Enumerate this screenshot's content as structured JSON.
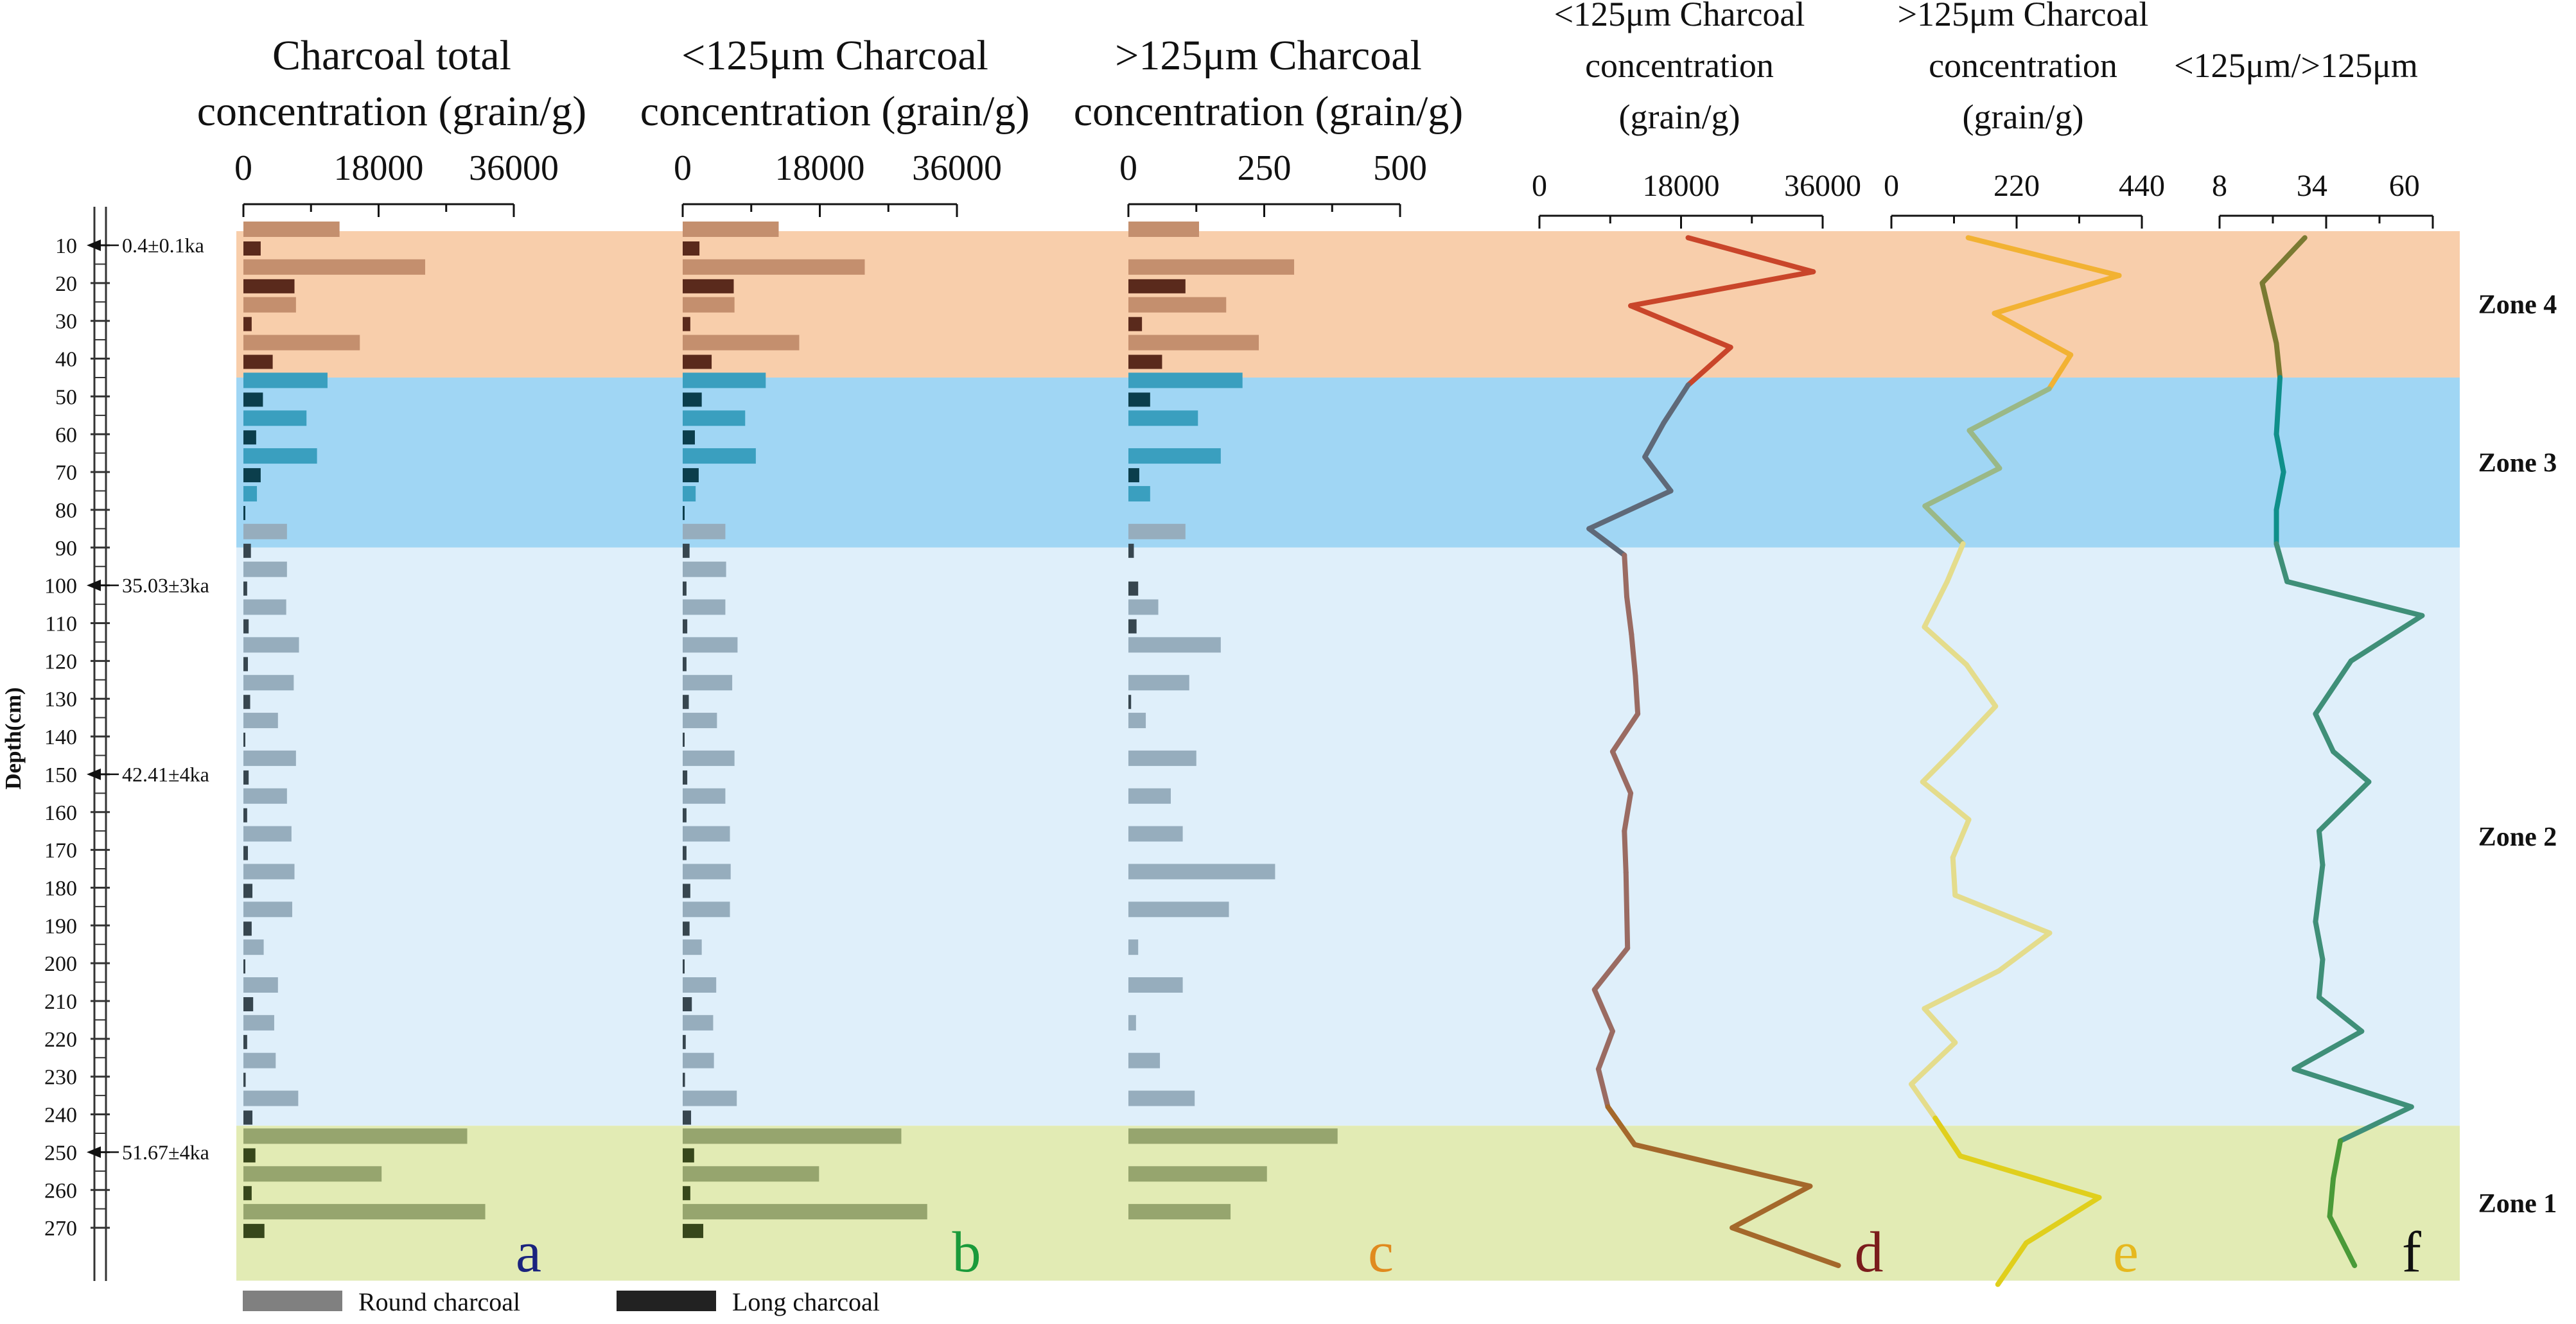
{
  "figure": {
    "depth_axis_label": "Depth(cm)",
    "legend": {
      "round_label": "Round charcoal",
      "long_label": "Long charcoal"
    }
  },
  "zones": [
    {
      "name": "Zone 4",
      "top": 5,
      "bottom": 45,
      "color": "#f8ceab"
    },
    {
      "name": "Zone 3",
      "top": 45,
      "bottom": 90,
      "color": "#a0d6f4"
    },
    {
      "name": "Zone 2",
      "top": 90,
      "bottom": 243,
      "color": "#dfeffa"
    },
    {
      "name": "Zone 1",
      "top": 243,
      "bottom": 284,
      "color": "#e2ebb4"
    }
  ],
  "ages": [
    {
      "label": "0.4±0.1ka",
      "depth": 10
    },
    {
      "label": "35.03±3ka",
      "depth": 100
    },
    {
      "label": "42.41±4ka",
      "depth": 150
    },
    {
      "label": "51.67±4ka",
      "depth": 250
    }
  ],
  "chart_data": [
    {
      "panel": "a",
      "type": "bar",
      "title_lines": [
        "Charcoal total",
        "concentration (grain/g)"
      ],
      "xlim": [
        0,
        36000
      ],
      "ticks": [
        "0",
        "18000",
        "36000"
      ],
      "depth_ticks": [
        "10",
        "20",
        "30",
        "40",
        "50",
        "60",
        "70",
        "80",
        "90",
        "100",
        "110",
        "120",
        "130",
        "140",
        "150",
        "160",
        "170",
        "180",
        "190",
        "200",
        "210",
        "220",
        "230",
        "240",
        "250",
        "260",
        "270"
      ],
      "depth": [
        10,
        20,
        30,
        40,
        50,
        60,
        70,
        80,
        90,
        100,
        110,
        120,
        130,
        140,
        150,
        160,
        170,
        180,
        190,
        200,
        210,
        220,
        230,
        240,
        250,
        260,
        270
      ],
      "series": [
        {
          "name": "Round charcoal",
          "values": [
            12800,
            24200,
            7000,
            15500,
            11200,
            8400,
            9800,
            1800,
            5800,
            5800,
            5700,
            7400,
            6700,
            4600,
            7000,
            5800,
            6400,
            6800,
            6500,
            2700,
            4600,
            4100,
            4300,
            7300,
            29800,
            18400,
            32200
          ]
        },
        {
          "name": "Long charcoal",
          "values": [
            2300,
            6800,
            1100,
            3900,
            2600,
            1700,
            2300,
            200,
            1000,
            500,
            700,
            600,
            900,
            200,
            700,
            500,
            600,
            1200,
            1100,
            200,
            1300,
            500,
            300,
            1200,
            1600,
            1100,
            2800
          ]
        }
      ]
    },
    {
      "panel": "b",
      "type": "bar",
      "title_lines": [
        "<125μm Charcoal",
        "concentration (grain/g)"
      ],
      "xlim": [
        0,
        36000
      ],
      "ticks": [
        "0",
        "18000",
        "36000"
      ],
      "depth": [
        10,
        20,
        30,
        40,
        50,
        60,
        70,
        80,
        90,
        100,
        110,
        120,
        130,
        140,
        150,
        160,
        170,
        180,
        190,
        200,
        210,
        220,
        230,
        240,
        250,
        260,
        270
      ],
      "series": [
        {
          "name": "Round charcoal",
          "values": [
            12600,
            23900,
            6800,
            15300,
            10900,
            8200,
            9600,
            1700,
            5600,
            5700,
            5600,
            7200,
            6500,
            4500,
            6800,
            5600,
            6200,
            6300,
            6200,
            2500,
            4400,
            4000,
            4100,
            7100,
            28700,
            17900,
            32100
          ]
        },
        {
          "name": "Long charcoal",
          "values": [
            2200,
            6700,
            1000,
            3800,
            2500,
            1600,
            2100,
            200,
            900,
            500,
            600,
            500,
            800,
            200,
            600,
            500,
            500,
            1000,
            900,
            200,
            1200,
            400,
            300,
            1100,
            1500,
            1000,
            2700
          ]
        }
      ]
    },
    {
      "panel": "c",
      "type": "bar",
      "title_lines": [
        ">125μm Charcoal",
        "concentration (grain/g)"
      ],
      "xlim": [
        0,
        500
      ],
      "ticks": [
        "0",
        "250",
        "500"
      ],
      "depth": [
        10,
        20,
        30,
        40,
        50,
        60,
        70,
        80,
        90,
        100,
        110,
        120,
        130,
        140,
        150,
        160,
        170,
        180,
        190,
        200,
        210,
        220,
        230,
        240,
        250,
        260,
        270
      ],
      "series": [
        {
          "name": "Round charcoal",
          "values": [
            130,
            305,
            180,
            240,
            210,
            128,
            170,
            40,
            105,
            0,
            55,
            170,
            112,
            32,
            125,
            78,
            100,
            270,
            185,
            18,
            100,
            14,
            58,
            122,
            385,
            255,
            188
          ]
        },
        {
          "name": "Long charcoal",
          "values": [
            0,
            105,
            25,
            62,
            40,
            0,
            20,
            0,
            10,
            18,
            15,
            0,
            5,
            0,
            0,
            0,
            0,
            0,
            0,
            0,
            0,
            0,
            0,
            0,
            0,
            0,
            0
          ]
        }
      ]
    },
    {
      "panel": "d",
      "type": "line",
      "title_lines": [
        "<125μm Charcoal",
        "concentration",
        "(grain/g)"
      ],
      "xlim": [
        0,
        36000
      ],
      "ticks": [
        "0",
        "18000",
        "36000"
      ],
      "depth": [
        8,
        17,
        26,
        37,
        47,
        57,
        66,
        75,
        85,
        92,
        103,
        113,
        124,
        134,
        144,
        155,
        165,
        176,
        186,
        196,
        207,
        218,
        228,
        238,
        248,
        259,
        270,
        280
      ],
      "values": [
        18900,
        34800,
        11600,
        24300,
        18900,
        15800,
        13400,
        16700,
        6300,
        10800,
        11100,
        11700,
        12200,
        12500,
        9300,
        11600,
        10800,
        11000,
        11100,
        11200,
        7000,
        9300,
        7500,
        8700,
        12100,
        34400,
        24500,
        38000
      ]
    },
    {
      "panel": "e",
      "type": "line",
      "title_lines": [
        ">125μm Charcoal",
        "concentration",
        "(grain/g)"
      ],
      "xlim": [
        0,
        440
      ],
      "ticks": [
        "0",
        "220",
        "440"
      ],
      "depth": [
        8,
        18,
        28,
        39,
        48,
        59,
        69,
        79,
        89,
        99,
        111,
        121,
        132,
        143,
        152,
        162,
        172,
        182,
        192,
        202,
        212,
        221,
        232,
        241,
        251,
        262,
        274,
        285
      ],
      "values": [
        135,
        400,
        181,
        315,
        277,
        137,
        190,
        59,
        126,
        98,
        58,
        132,
        183,
        114,
        55,
        136,
        108,
        112,
        278,
        189,
        58,
        112,
        35,
        77,
        121,
        365,
        237,
        187
      ]
    },
    {
      "panel": "f",
      "type": "line",
      "title_lines": [
        "<125μm/>125μm"
      ],
      "xlim": [
        8,
        68
      ],
      "ticks": [
        "8",
        "34",
        "60"
      ],
      "depth": [
        8,
        20,
        28,
        36,
        45,
        60,
        70,
        80,
        89,
        99,
        108,
        120,
        134,
        144,
        152,
        165,
        174,
        189,
        199,
        209,
        218,
        228,
        238,
        247,
        257,
        267,
        280
      ],
      "values": [
        32,
        20,
        22,
        24,
        25,
        24,
        26,
        24,
        24,
        27,
        65,
        45,
        35,
        40,
        50,
        36,
        37,
        35,
        37,
        36,
        48,
        29,
        62,
        42,
        40,
        39,
        46
      ]
    }
  ]
}
